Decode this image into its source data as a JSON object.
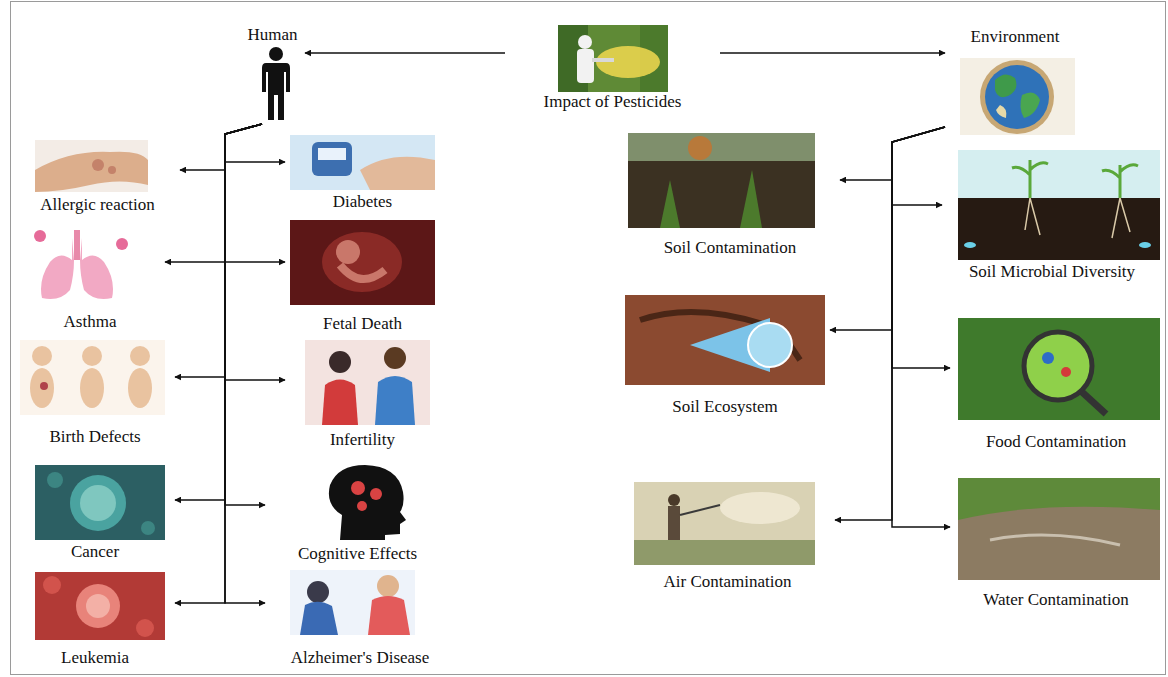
{
  "diagram": {
    "nodes": [
      {
        "text": [
          "Human"
        ]
      },
      {
        "text": [
          "Impact of Pesticides"
        ]
      },
      {
        "text": [
          "Environment"
        ]
      },
      {
        "text": [
          "Allergic reaction"
        ]
      },
      {
        "text": [
          "Diabetes"
        ]
      },
      {
        "text": [
          "Asthma"
        ]
      },
      {
        "text": [
          "Fetal Death"
        ]
      },
      {
        "text": [
          "Birth Defects"
        ]
      },
      {
        "text": [
          "Infertility"
        ]
      },
      {
        "text": [
          "Cancer"
        ]
      },
      {
        "text": [
          "Cognitive Effects"
        ]
      },
      {
        "text": [
          "Leukemia"
        ]
      },
      {
        "text": [
          "Alzheimer's Disease"
        ]
      },
      {
        "text": [
          "Soil Contamination"
        ]
      },
      {
        "text": [
          "Soil Microbial Diversity"
        ]
      },
      {
        "text": [
          "Soil Ecosystem"
        ]
      },
      {
        "text": [
          "Food Contamination"
        ]
      },
      {
        "text": [
          "Air Contamination"
        ]
      },
      {
        "text": [
          "Water Contamination"
        ]
      }
    ],
    "edges": [
      {
        "from": 1,
        "to": 0,
        "arrow": "to"
      },
      {
        "from": 1,
        "to": 2,
        "arrow": "to"
      },
      {
        "from": 0,
        "to": 3,
        "arrow": "to"
      },
      {
        "from": 0,
        "to": 4,
        "arrow": "to"
      },
      {
        "from": 0,
        "to": 5,
        "arrow": "to"
      },
      {
        "from": 0,
        "to": 6,
        "arrow": "to"
      },
      {
        "from": 0,
        "to": 7,
        "arrow": "to"
      },
      {
        "from": 0,
        "to": 8,
        "arrow": "to"
      },
      {
        "from": 0,
        "to": 9,
        "arrow": "to"
      },
      {
        "from": 0,
        "to": 10,
        "arrow": "to"
      },
      {
        "from": 0,
        "to": 11,
        "arrow": "to"
      },
      {
        "from": 0,
        "to": 12,
        "arrow": "to"
      },
      {
        "from": 2,
        "to": 13,
        "arrow": "to"
      },
      {
        "from": 2,
        "to": 14,
        "arrow": "to"
      },
      {
        "from": 2,
        "to": 15,
        "arrow": "to"
      },
      {
        "from": 2,
        "to": 16,
        "arrow": "to"
      },
      {
        "from": 2,
        "to": 17,
        "arrow": "to"
      },
      {
        "from": 2,
        "to": 18,
        "arrow": "to"
      }
    ]
  }
}
